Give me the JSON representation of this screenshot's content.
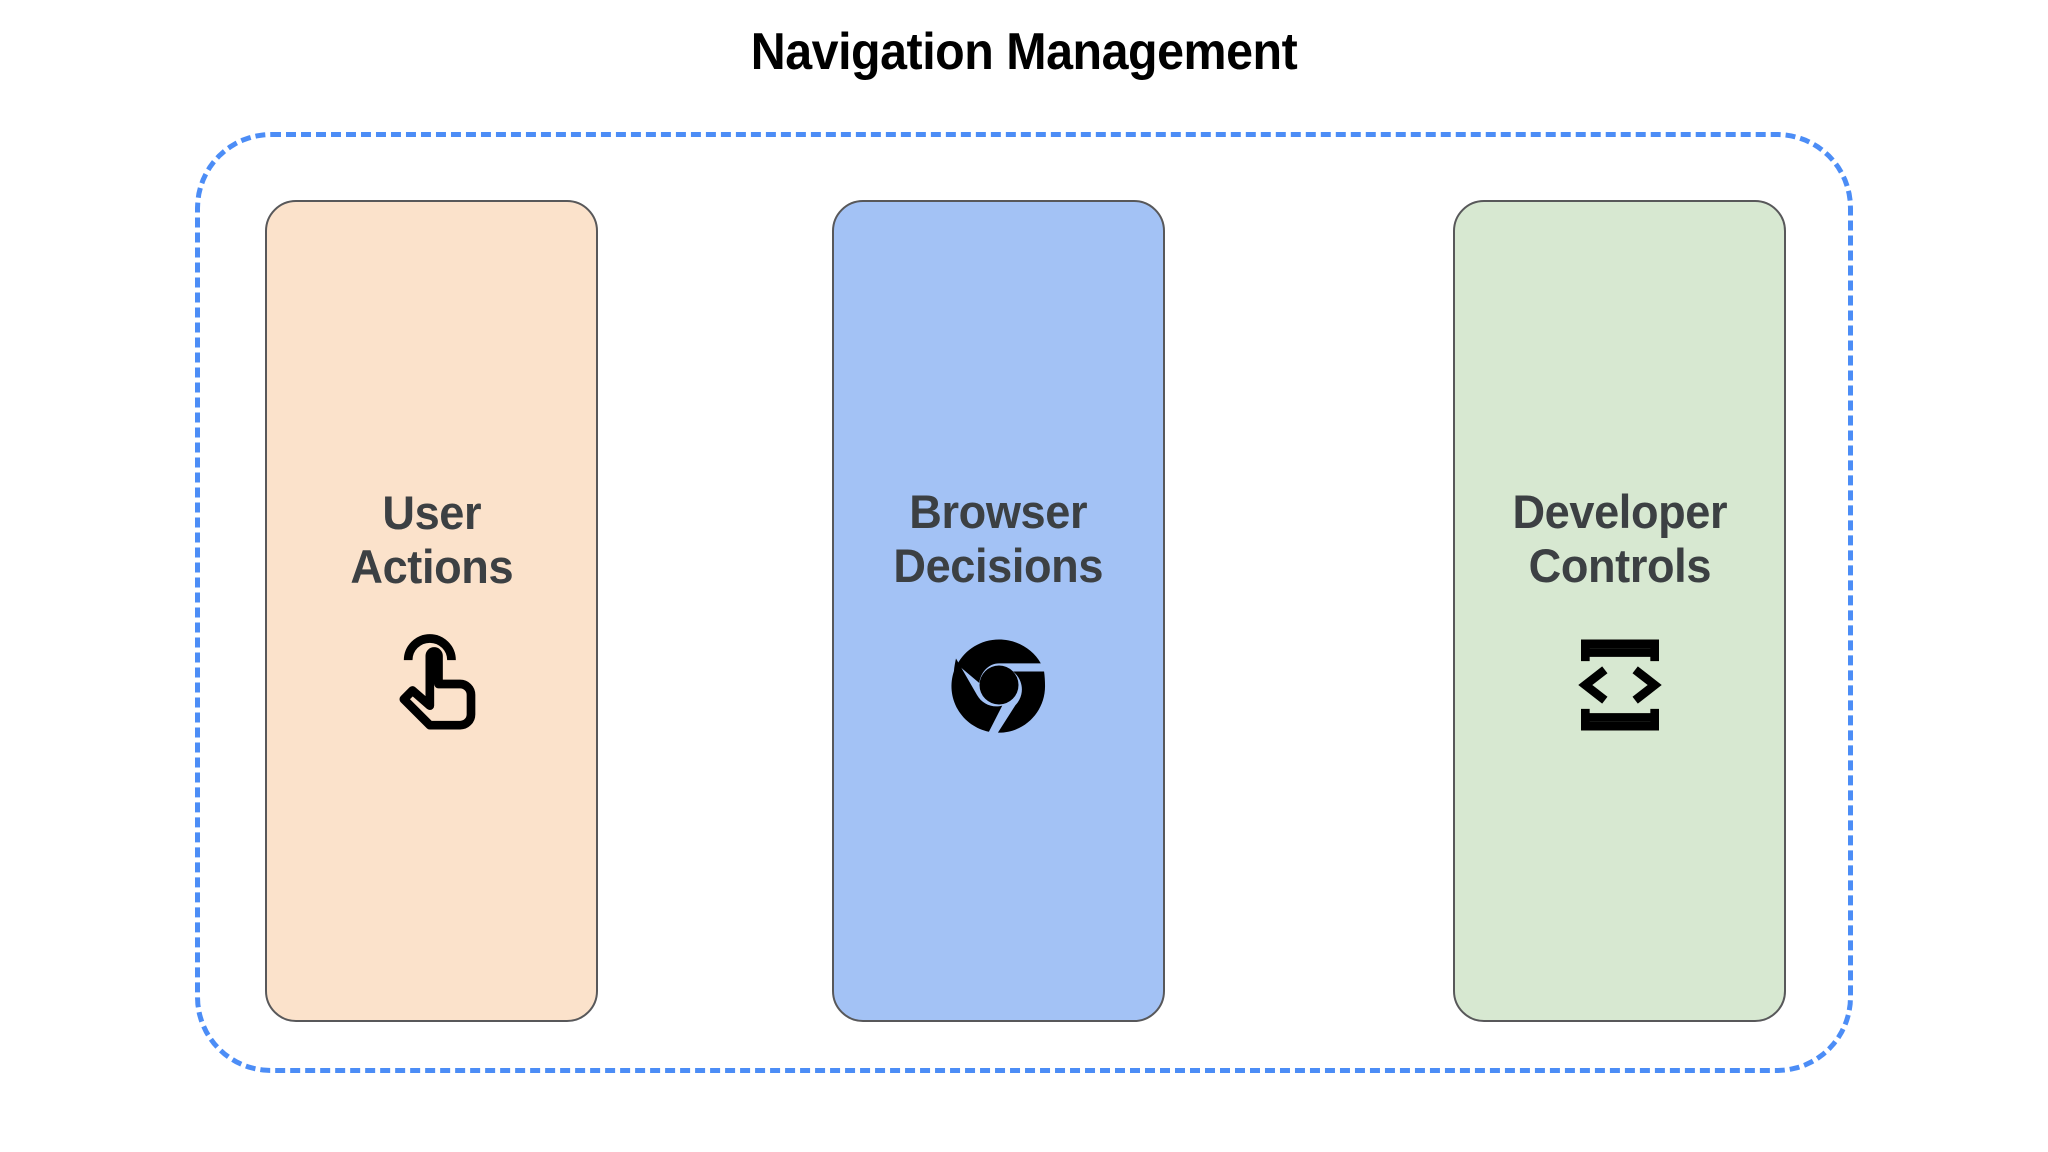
{
  "diagram": {
    "title": "Navigation Management",
    "title_color": "#000000",
    "background_color": "#ffffff",
    "group_boundary": {
      "style": "dashed",
      "color": "#4C8DF6",
      "label": ""
    },
    "cards": [
      {
        "id": "user-actions",
        "label": "User\nActions",
        "label_line_1": "User",
        "label_line_2": "Actions",
        "fill_color": "#FBE2CB",
        "border_color": "#58585a",
        "text_color": "#3c4043",
        "icon": "touch-tap-gesture-icon",
        "icon_color": "#000000"
      },
      {
        "id": "browser-decisions",
        "label": "Browser\nDecisions",
        "label_line_1": "Browser",
        "label_line_2": "Decisions",
        "fill_color": "#A3C2F5",
        "border_color": "#58585a",
        "text_color": "#3c4043",
        "icon": "chrome-logo-icon",
        "icon_color": "#000000"
      },
      {
        "id": "developer-controls",
        "label": "Developer\nControls",
        "label_line_1": "Developer",
        "label_line_2": "Controls",
        "fill_color": "#D7E8D1",
        "border_color": "#58585a",
        "text_color": "#3c4043",
        "icon": "developer-mode-code-icon",
        "icon_color": "#000000"
      }
    ]
  }
}
